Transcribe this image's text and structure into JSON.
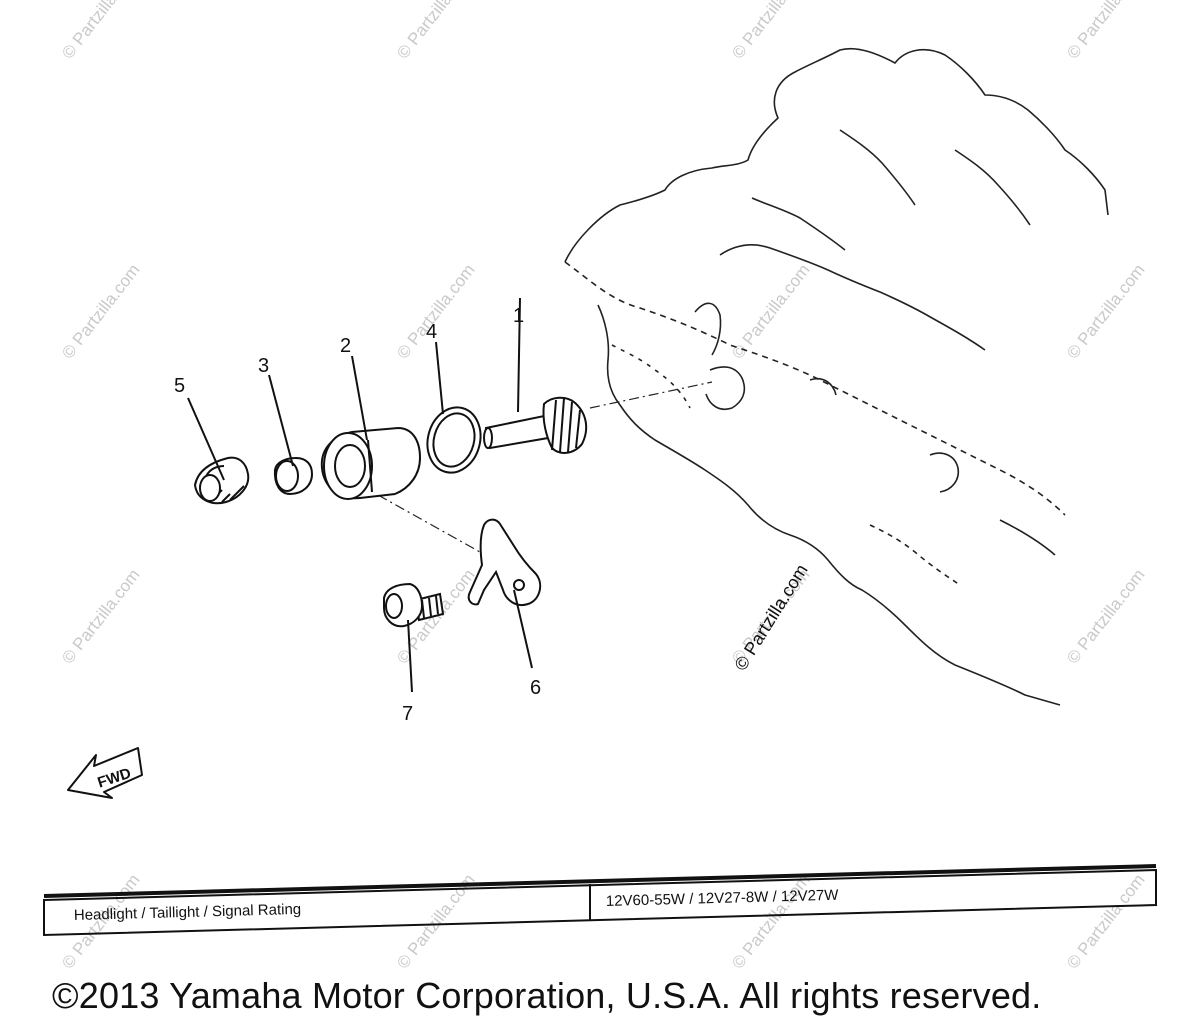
{
  "watermark": "© Partzilla.com",
  "callouts": [
    "1",
    "2",
    "3",
    "4",
    "5",
    "6",
    "7"
  ],
  "fwd_label": "FWD",
  "spec_table": {
    "label": "Headlight / Taillight / Signal Rating",
    "value": "12V60-55W / 12V27-8W / 12V27W"
  },
  "copyright": "©2013 Yamaha Motor Corporation, U.S.A. All rights reserved."
}
